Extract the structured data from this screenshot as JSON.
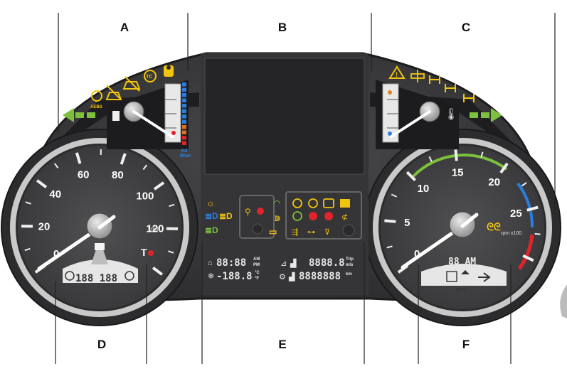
{
  "callouts": {
    "top": [
      "A",
      "B",
      "C"
    ],
    "bottom": [
      "D",
      "E",
      "F"
    ]
  },
  "speedometer": {
    "labels": [
      "20",
      "40",
      "60",
      "80",
      "100",
      "120"
    ],
    "zero_label": "0",
    "unit": "km/h",
    "retarder_label": "T",
    "display_digits": "188 188"
  },
  "tachometer": {
    "labels": [
      "5",
      "10",
      "15",
      "20",
      "25"
    ],
    "zero_label": "0",
    "unit": "rpm x100",
    "display_text": "88 AM",
    "eco_label": "ECO"
  },
  "fuel_gauge": {
    "adblue_label": "Ad\nBlue"
  },
  "left_indicators": {
    "aebs_label": "AEBS",
    "tc_label": "TC"
  },
  "center_panel": {
    "clock": "88:88",
    "clock_units": "AM\nPM",
    "temperature": "-188.8",
    "temperature_units": "°C\n°F",
    "trip": "8888.8",
    "trip_units": "Trip\nmls",
    "odometer": "8888888",
    "odometer_units": "km"
  },
  "colors": {
    "bezel": "#3a3a3c",
    "dial_face": "#454547",
    "screen": "#2a2a2c",
    "indicator_yellow": "#f2c40e",
    "indicator_green": "#7cc03c",
    "indicator_blue": "#2a7ee0",
    "indicator_red": "#e0242a"
  }
}
